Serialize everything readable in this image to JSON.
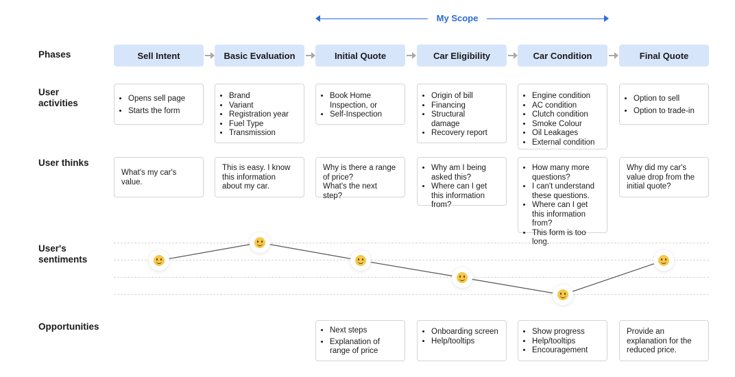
{
  "scope_label": "My Scope",
  "row_labels": {
    "phases": "Phases",
    "activities": "User activities",
    "thinks": "User thinks",
    "sentiments": "User's sentiments",
    "opportunities": "Opportunities"
  },
  "phases": [
    "Sell Intent",
    "Basic Evaluation",
    "Initial Quote",
    "Car Eligibility",
    "Car Condition",
    "Final Quote"
  ],
  "activities": [
    [
      "Opens sell page",
      "Starts the form"
    ],
    [
      "Brand",
      "Variant",
      "Registration year",
      "Fuel Type",
      "Transmission"
    ],
    [
      "Book Home Inspection, or",
      "Self-Inspection"
    ],
    [
      "Origin of bill",
      "Financing",
      "Structural damage",
      "Recovery report"
    ],
    [
      "Engine condition",
      "AC condition",
      "Clutch condition",
      "Smoke Colour",
      "Oil Leakages",
      "External condition"
    ],
    [
      "Option to sell",
      "Option to trade-in"
    ]
  ],
  "thinks": [
    "What's my car's value.",
    "This is easy. I know this information about my car.",
    "Why is there a range of price?\nWhat's the next step?",
    [
      "Why am I being asked this?",
      "Where can I get this information from?"
    ],
    [
      "How many more questions?",
      "I can't understand these questions.",
      "Where can I get this information from?",
      "This form is too long."
    ],
    "Why did my car's value drop from the initial quote?"
  ],
  "sentiments": [
    {
      "emoji": "relieved-emoji",
      "level": 3
    },
    {
      "emoji": "grinning-emoji",
      "level": 4
    },
    {
      "emoji": "slightly-smiling-emoji",
      "level": 3
    },
    {
      "emoji": "sleepy-emoji",
      "level": 2
    },
    {
      "emoji": "frustrated-emoji",
      "level": 1
    },
    {
      "emoji": "smiling-emoji",
      "level": 3
    }
  ],
  "opportunities": [
    null,
    null,
    [
      "Next steps",
      "Explanation of range of price"
    ],
    [
      "Onboarding screen",
      "Help/tooltips"
    ],
    [
      "Show progress",
      "Help/tooltips",
      "Encouragement"
    ],
    "Provide an explanation for the reduced price."
  ],
  "colors": {
    "accent": "#2b6cd6",
    "phase_bg": "#d7e5fb",
    "emoji": "#f5c84c"
  }
}
